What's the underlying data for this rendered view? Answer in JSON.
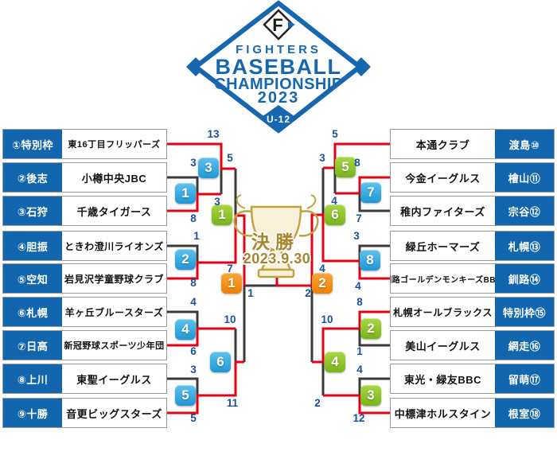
{
  "header": {
    "f_letter": "F",
    "title_lines": [
      "FIGHTERS",
      "BASEBALL",
      "CHAMPIONSHIP",
      "2023"
    ],
    "age_class": "U-12"
  },
  "final": {
    "label": "決勝",
    "date": "2023.9.30",
    "left_score": "1",
    "right_score": "2"
  },
  "colors": {
    "first_round_box": "#2aa4e2",
    "second_round_box": "#8fc31f",
    "semifinal_box": "#f08300",
    "winner_line": "#e60012",
    "loser_line": "#3a3a3a",
    "team_label_bg": "#1166ad",
    "score_text": "#1b4f9f",
    "logo_blue": "#1766b0",
    "final_gold": "#a8862e"
  },
  "left_teams": [
    {
      "seed": "①特別枠",
      "name": "東16丁目フリッパーズ"
    },
    {
      "seed": "②後志",
      "name": "小樽中央JBC"
    },
    {
      "seed": "③石狩",
      "name": "千歳タイガース"
    },
    {
      "seed": "④胆振",
      "name": "ときわ澄川ライオンズ"
    },
    {
      "seed": "⑤空知",
      "name": "岩見沢学童野球クラブ"
    },
    {
      "seed": "⑥札幌",
      "name": "羊ヶ丘ブルースターズ"
    },
    {
      "seed": "⑦日高",
      "name": "新冠野球スポーツ少年団"
    },
    {
      "seed": "⑧上川",
      "name": "東聖イーグルス"
    },
    {
      "seed": "⑨十勝",
      "name": "音更ビッグスターズ"
    }
  ],
  "right_teams": [
    {
      "name": "本通クラブ",
      "seed": "渡島⑩"
    },
    {
      "name": "今金イーグルス",
      "seed": "檜山⑪"
    },
    {
      "name": "稚内ファイターズ",
      "seed": "宗谷⑫"
    },
    {
      "name": "緑丘ホーマーズ",
      "seed": "札幌⑬"
    },
    {
      "name": "釧路ゴールデンモンキーズBBC",
      "seed": "釧路⑭"
    },
    {
      "name": "札幌オールブラックス",
      "seed": "特別枠⑮"
    },
    {
      "name": "美山イーグルス",
      "seed": "網走⑯"
    },
    {
      "name": "東光・緑友BBC",
      "seed": "留萌⑰"
    },
    {
      "name": "中標津ホルスタイン",
      "seed": "根室⑱"
    }
  ],
  "games": {
    "g1": {
      "num": "1",
      "stage": "blue",
      "top": "小樽中央JBC",
      "top_score": "3",
      "bottom": "千歳タイガース",
      "bot_score": "8",
      "winner": "bottom"
    },
    "g2": {
      "num": "2",
      "stage": "blue",
      "top": "ときわ澄川ライオンズ",
      "top_score": "1",
      "bottom": "岩見沢学童野球クラブ",
      "bot_score": "8",
      "winner": "bottom"
    },
    "g3": {
      "num": "3",
      "stage": "blue",
      "top": "東16丁目フリッパーズ",
      "top_score": "13",
      "bottom": "千歳タイガース",
      "bot_score": "3",
      "winner": "top"
    },
    "g4": {
      "num": "4",
      "stage": "blue",
      "top": "羊ヶ丘ブルースターズ",
      "top_score": "4",
      "bottom": "新冠野球スポーツ少年団",
      "bot_score": "6",
      "winner": "bottom"
    },
    "g5": {
      "num": "5",
      "stage": "blue",
      "top": "東聖イーグルス",
      "top_score": "3",
      "bottom": "音更ビッグスターズ",
      "bot_score": "5",
      "winner": "bottom"
    },
    "g6": {
      "num": "6",
      "stage": "blue",
      "top": "新冠野球スポーツ少年団",
      "top_score": "10",
      "bottom": "音更ビッグスターズ",
      "bot_score": "11",
      "winner": "bottom"
    },
    "g7": {
      "num": "7",
      "stage": "blue",
      "top": "今金イーグルス",
      "top_score": "8",
      "bottom": "稚内ファイターズ",
      "bot_score": "7",
      "winner": "top"
    },
    "g8": {
      "num": "8",
      "stage": "blue",
      "top": "緑丘ホーマーズ",
      "top_score": "3",
      "bottom": "釧路ゴールデンモンキーズBBC",
      "bot_score": "4",
      "winner": "bottom"
    },
    "gg1": {
      "num": "1",
      "stage": "green",
      "top": "東16丁目フリッパーズ",
      "top_score": "5",
      "bottom": "岩見沢学童野球クラブ",
      "bot_score": "7",
      "winner": "bottom"
    },
    "gg2": {
      "num": "2",
      "stage": "green",
      "top": "札幌オールブラックス",
      "top_score": "8",
      "bottom": "美山イーグルス",
      "bot_score": "1",
      "winner": "top"
    },
    "gg3": {
      "num": "3",
      "stage": "green",
      "top": "東光・緑友BBC",
      "top_score": "4",
      "bottom": "中標津ホルスタイン",
      "bot_score": "12",
      "winner": "bottom"
    },
    "gg4": {
      "num": "4",
      "stage": "green",
      "top": "札幌オールブラックス",
      "top_score": "10",
      "bottom": "中標津ホルスタイン",
      "bot_score": "2",
      "winner": "top"
    },
    "gg5": {
      "num": "5",
      "stage": "green",
      "top": "本通クラブ",
      "top_score": "5",
      "bottom": "今金イーグルス",
      "bot_score": "4",
      "winner": "top"
    },
    "gg6": {
      "num": "6",
      "stage": "green",
      "top": "本通クラブ",
      "top_score": "3",
      "bottom": "釧路ゴールデンモンキーズBBC",
      "bot_score": "4",
      "winner": "bottom"
    },
    "sf1": {
      "num": "1",
      "stage": "orange",
      "top": "岩見沢学童野球クラブ",
      "bottom": "音更ビッグスターズ",
      "winner": "top"
    },
    "sf2": {
      "num": "2",
      "stage": "orange",
      "top": "釧路ゴールデンモンキーズBBC",
      "bottom": "札幌オールブラックス",
      "winner": "top"
    }
  }
}
